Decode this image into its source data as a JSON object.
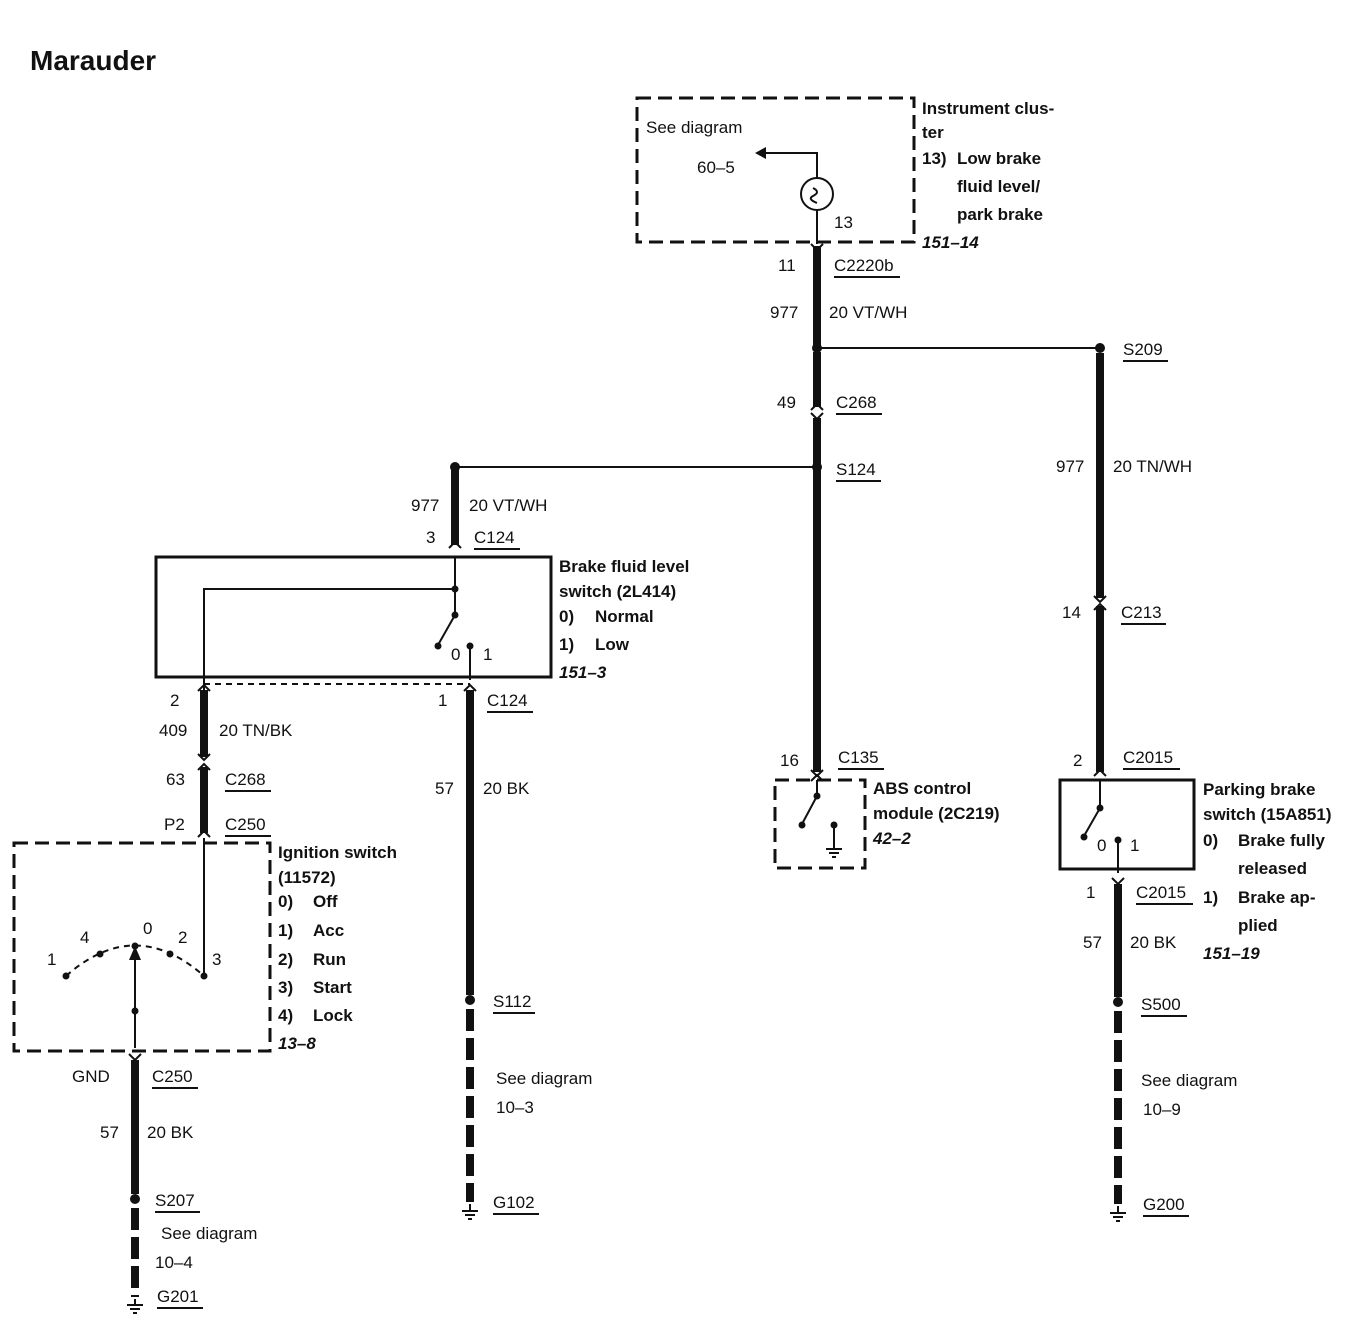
{
  "title": "Marauder",
  "instrument_cluster": {
    "see_diagram": "See diagram",
    "ref_60_5": "60–5",
    "pin_13": "13",
    "name_1": "Instrument clus-",
    "name_2": "ter",
    "item_13_num": "13)",
    "item_13_1": "Low brake",
    "item_13_2": "fluid level/",
    "item_13_3": "park brake",
    "page_ref": "151–14"
  },
  "c2220b": {
    "pin": "11",
    "name": "C2220b"
  },
  "wire_977_vtwh_top": {
    "circuit": "977",
    "spec": "20 VT/WH"
  },
  "s209": "S209",
  "c268_top": {
    "pin": "49",
    "name": "C268"
  },
  "s124": "S124",
  "wire_977_tnwh": {
    "circuit": "977",
    "spec": "20 TN/WH"
  },
  "wire_977_vtwh_left": {
    "circuit": "977",
    "spec": "20 VT/WH"
  },
  "c124_top": {
    "pin": "3",
    "name": "C124"
  },
  "brake_fluid_switch": {
    "name_1": "Brake fluid level",
    "name_2": "switch (2L414)",
    "state_0_num": "0)",
    "state_0": "Normal",
    "state_1_num": "1)",
    "state_1": "Low",
    "page_ref": "151–3",
    "pos_0": "0",
    "pos_1": "1"
  },
  "c213": {
    "pin": "14",
    "name": "C213"
  },
  "c124_bottom": {
    "left_pin": "2",
    "right_pin": "1",
    "name": "C124"
  },
  "wire_409": {
    "circuit": "409",
    "spec": "20 TN/BK"
  },
  "c268_bottom": {
    "pin": "63",
    "name": "C268"
  },
  "c250_top": {
    "pin": "P2",
    "name": "C250"
  },
  "wire_57_mid": {
    "circuit": "57",
    "spec": "20 BK"
  },
  "c135": {
    "pin": "16",
    "name": "C135"
  },
  "abs_module": {
    "name_1": "ABS control",
    "name_2": "module (2C219)",
    "page_ref": "42–2"
  },
  "c2015_top": {
    "pin": "2",
    "name": "C2015"
  },
  "parking_brake_switch": {
    "name_1": "Parking brake",
    "name_2": "switch (15A851)",
    "state_0_num": "0)",
    "state_0_1": "Brake fully",
    "state_0_2": "released",
    "state_1_num": "1)",
    "state_1_1": "Brake ap-",
    "state_1_2": "plied",
    "page_ref": "151–19",
    "pos_0": "0",
    "pos_1": "1"
  },
  "c2015_bottom": {
    "pin": "1",
    "name": "C2015"
  },
  "wire_57_right": {
    "circuit": "57",
    "spec": "20 BK"
  },
  "ignition_switch": {
    "name_1": "Ignition switch",
    "name_2": "(11572)",
    "pos_0_num": "0)",
    "pos_0": "Off",
    "pos_1_num": "1)",
    "pos_1": "Acc",
    "pos_2_num": "2)",
    "pos_2": "Run",
    "pos_3_num": "3)",
    "pos_3": "Start",
    "pos_4_num": "4)",
    "pos_4": "Lock",
    "page_ref": "13–8",
    "contact_1": "1",
    "contact_4": "4",
    "contact_0": "0",
    "contact_2": "2",
    "contact_3": "3"
  },
  "s112": "S112",
  "see_10_3": {
    "line_1": "See diagram",
    "line_2": "10–3"
  },
  "s500": "S500",
  "see_10_9": {
    "line_1": "See diagram",
    "line_2": "10–9"
  },
  "c250_bottom": {
    "pin": "GND",
    "name": "C250"
  },
  "wire_57_left": {
    "circuit": "57",
    "spec": "20 BK"
  },
  "s207": "S207",
  "see_10_4": {
    "line_1": "See diagram",
    "line_2": "10–4"
  },
  "g102": "G102",
  "g200": "G200",
  "g201": "G201"
}
